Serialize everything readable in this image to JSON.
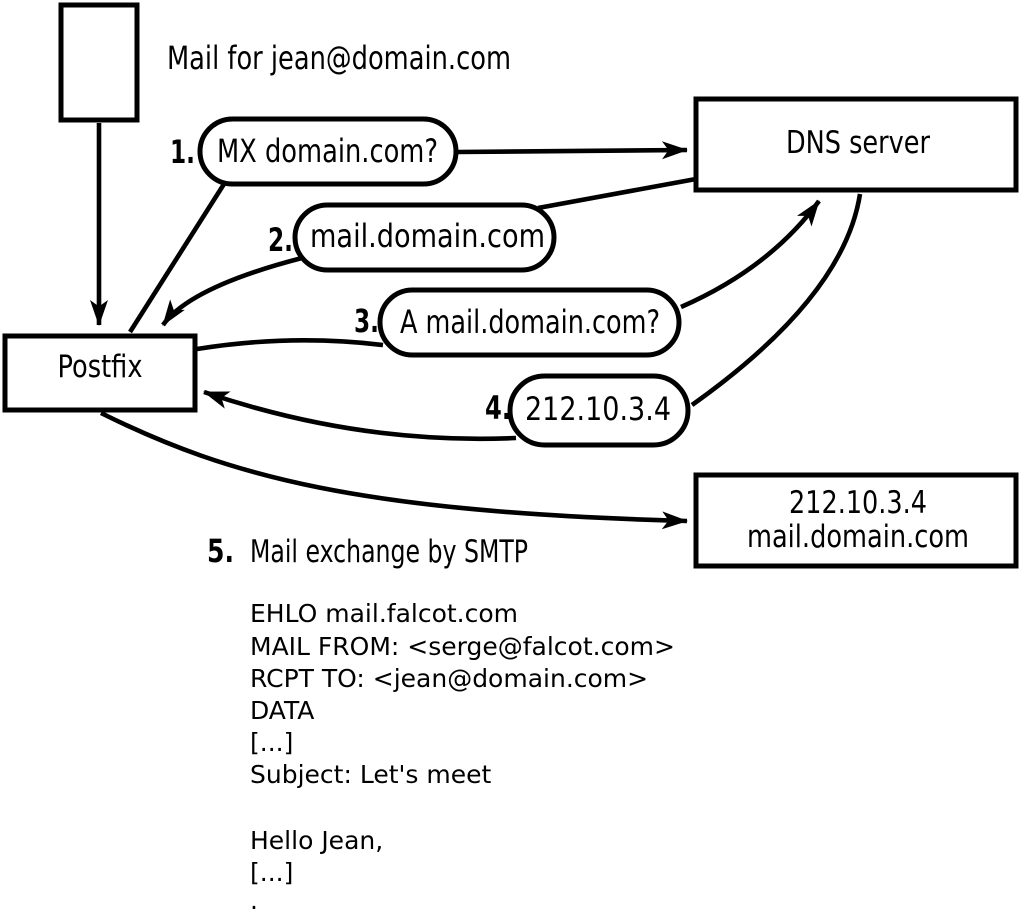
{
  "title": "Mail for jean@domain.com",
  "nodes": {
    "postfix": {
      "label": "Postfix"
    },
    "dns_server": {
      "label": "DNS server"
    },
    "mail_server": {
      "ip": "212.10.3.4",
      "hostname": "mail.domain.com"
    }
  },
  "steps": [
    {
      "number": "1.",
      "label": "MX domain.com?"
    },
    {
      "number": "2.",
      "label": "mail.domain.com"
    },
    {
      "number": "3.",
      "label": "A mail.domain.com?"
    },
    {
      "number": "4.",
      "label": "212.10.3.4"
    },
    {
      "number": "5.",
      "label": "Mail exchange by SMTP"
    }
  ],
  "smtp_session": {
    "lines": [
      "EHLO mail.falcot.com",
      "MAIL FROM: <serge@falcot.com>",
      "RCPT TO: <jean@domain.com>",
      "DATA",
      "[...]",
      "Subject: Let's meet",
      "",
      "Hello Jean,",
      "[...]",
      "."
    ]
  },
  "colors": {
    "stroke": "#000000",
    "background": "#ffffff"
  }
}
